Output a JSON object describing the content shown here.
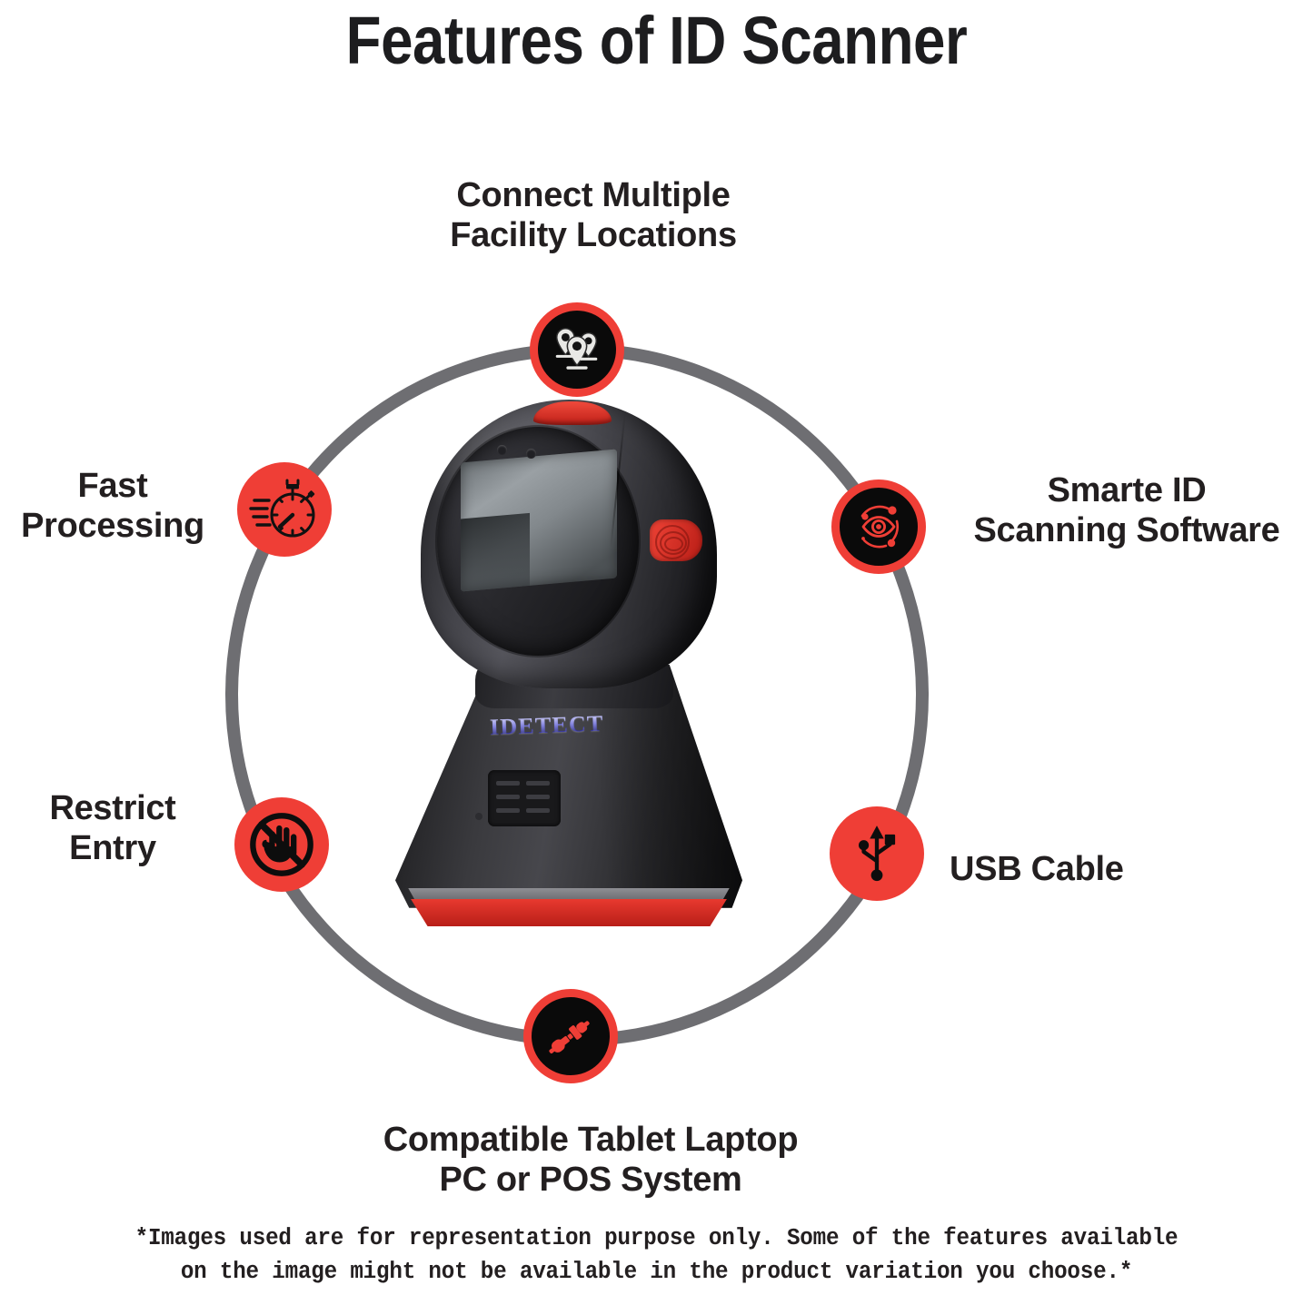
{
  "page": {
    "title": "Features of ID Scanner",
    "accent_color": "#ef3e36",
    "ring_color": "#6e6e72",
    "text_color": "#231f20",
    "background_color": "#ffffff"
  },
  "product": {
    "brand_logo": "IDETECT",
    "alt": "Omnidirectional black and red desktop ID barcode scanner"
  },
  "features": [
    {
      "id": "connect-locations",
      "icon": "map-pins-icon",
      "badge_style": "ringed",
      "label_line1": "Connect Multiple",
      "label_line2": "Facility Locations"
    },
    {
      "id": "smart-software",
      "icon": "eye-scan-icon",
      "badge_style": "ringed",
      "label_line1": "Smarte ID",
      "label_line2": "Scanning Software"
    },
    {
      "id": "usb-cable",
      "icon": "usb-icon",
      "badge_style": "solid",
      "label_line1": "USB Cable",
      "label_line2": ""
    },
    {
      "id": "compatible-devices",
      "icon": "plug-connector-icon",
      "badge_style": "ringed",
      "label_line1": "Compatible Tablet Laptop",
      "label_line2": "PC or POS System"
    },
    {
      "id": "restrict-entry",
      "icon": "no-hand-icon",
      "badge_style": "solid",
      "label_line1": "Restrict",
      "label_line2": "Entry"
    },
    {
      "id": "fast-processing",
      "icon": "stopwatch-icon",
      "badge_style": "solid",
      "label_line1": "Fast",
      "label_line2": "Processing"
    }
  ],
  "disclaimer": {
    "line1": "*Images used are for representation purpose only. Some of the features available",
    "line2": "on the image might not be available in the product variation you choose.*"
  }
}
